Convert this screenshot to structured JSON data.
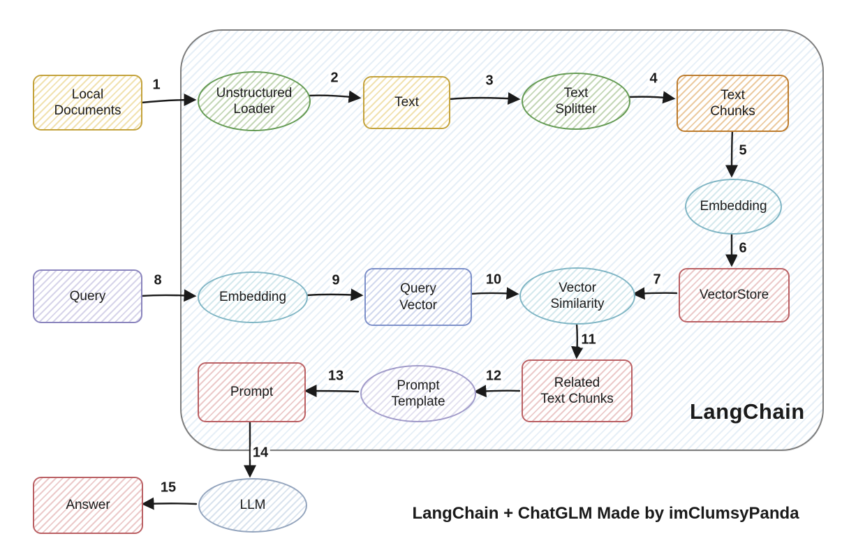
{
  "diagram": {
    "container_label": "LangChain",
    "caption": "LangChain + ChatGLM Made by imClumsyPanda"
  },
  "nodes": {
    "local_documents": "Local\nDocuments",
    "unstructured_loader": "Unstructured\nLoader",
    "text": "Text",
    "text_splitter": "Text\nSplitter",
    "text_chunks": "Text\nChunks",
    "embedding_store": "Embedding",
    "vectorstore": "VectorStore",
    "query": "Query",
    "embedding_query": "Embedding",
    "query_vector": "Query\nVector",
    "vector_similarity": "Vector\nSimilarity",
    "related_text_chunks": "Related\nText Chunks",
    "prompt_template": "Prompt\nTemplate",
    "prompt": "Prompt",
    "llm": "LLM",
    "answer": "Answer"
  },
  "edges": {
    "e1": "1",
    "e2": "2",
    "e3": "3",
    "e4": "4",
    "e5": "5",
    "e6": "6",
    "e7": "7",
    "e8": "8",
    "e9": "9",
    "e10": "10",
    "e11": "11",
    "e12": "12",
    "e13": "13",
    "e14": "14",
    "e15": "15"
  },
  "palette": {
    "yellow_border": "#c3a23b",
    "green_border": "#639a52",
    "orange_border": "#bd7c2e",
    "teal_border": "#7fb5c4",
    "red_border": "#ba5f63",
    "purple_border": "#8a84bd",
    "blue_border": "#7d90c9",
    "lavender_border": "#a09ac9",
    "bluegray_border": "#93a4bd",
    "container_border": "#7d7d7d",
    "container_hatch": "#80b0d8",
    "arrow_color": "#1a1a1a"
  }
}
